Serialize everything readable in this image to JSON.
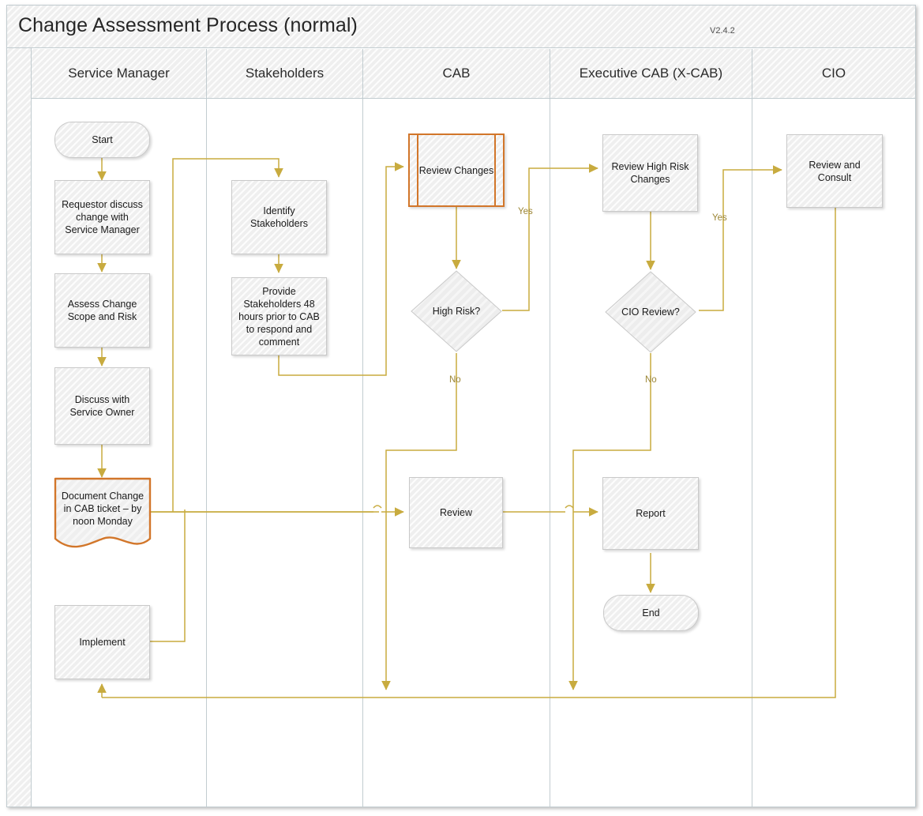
{
  "pool": {
    "title": "Change Assessment Process (normal)",
    "version": "V2.4.2"
  },
  "lanes": [
    {
      "id": "service-manager",
      "label": "Service Manager"
    },
    {
      "id": "stakeholders",
      "label": "Stakeholders"
    },
    {
      "id": "cab",
      "label": "CAB"
    },
    {
      "id": "x-cab",
      "label": "Executive CAB (X-CAB)"
    },
    {
      "id": "cio",
      "label": "CIO"
    }
  ],
  "colors": {
    "connector": "#c8ab3f",
    "accent": "#d2762a",
    "shape_fill": "#efefef",
    "shape_border": "#c9c9c9",
    "lane_border": "#c2ccd0",
    "label_text": "#9b8534"
  },
  "nodes": [
    {
      "id": "start",
      "lane": "service-manager",
      "type": "terminator",
      "label": "Start"
    },
    {
      "id": "requestor-discuss",
      "lane": "service-manager",
      "type": "process",
      "label": "Requestor discuss change with Service Manager"
    },
    {
      "id": "assess-change",
      "lane": "service-manager",
      "type": "process",
      "label": "Assess Change Scope and Risk"
    },
    {
      "id": "discuss-owner",
      "lane": "service-manager",
      "type": "process",
      "label": "Discuss with Service Owner"
    },
    {
      "id": "document-change",
      "lane": "service-manager",
      "type": "document",
      "label": "Document Change in CAB ticket – by noon Monday"
    },
    {
      "id": "implement",
      "lane": "service-manager",
      "type": "process",
      "label": "Implement"
    },
    {
      "id": "identify-stakeholders",
      "lane": "stakeholders",
      "type": "process",
      "label": "Identify Stakeholders"
    },
    {
      "id": "provide-stakeholders",
      "lane": "stakeholders",
      "type": "process",
      "label": "Provide Stakeholders 48 hours prior to CAB to respond and comment"
    },
    {
      "id": "review-changes",
      "lane": "cab",
      "type": "predefined-process",
      "label": "Review Changes"
    },
    {
      "id": "high-risk",
      "lane": "cab",
      "type": "decision",
      "label": "High Risk?"
    },
    {
      "id": "review",
      "lane": "cab",
      "type": "process",
      "label": "Review"
    },
    {
      "id": "review-high-risk",
      "lane": "x-cab",
      "type": "process",
      "label": "Review High Risk Changes"
    },
    {
      "id": "cio-review",
      "lane": "x-cab",
      "type": "decision",
      "label": "CIO Review?"
    },
    {
      "id": "report",
      "lane": "x-cab",
      "type": "process",
      "label": "Report"
    },
    {
      "id": "end",
      "lane": "x-cab",
      "type": "terminator",
      "label": "End"
    },
    {
      "id": "review-consult",
      "lane": "cio",
      "type": "process",
      "label": "Review and Consult"
    }
  ],
  "edge_labels": [
    {
      "id": "high-risk-yes",
      "text": "Yes"
    },
    {
      "id": "high-risk-no",
      "text": "No"
    },
    {
      "id": "cio-review-yes",
      "text": "Yes"
    },
    {
      "id": "cio-review-no",
      "text": "No"
    }
  ]
}
